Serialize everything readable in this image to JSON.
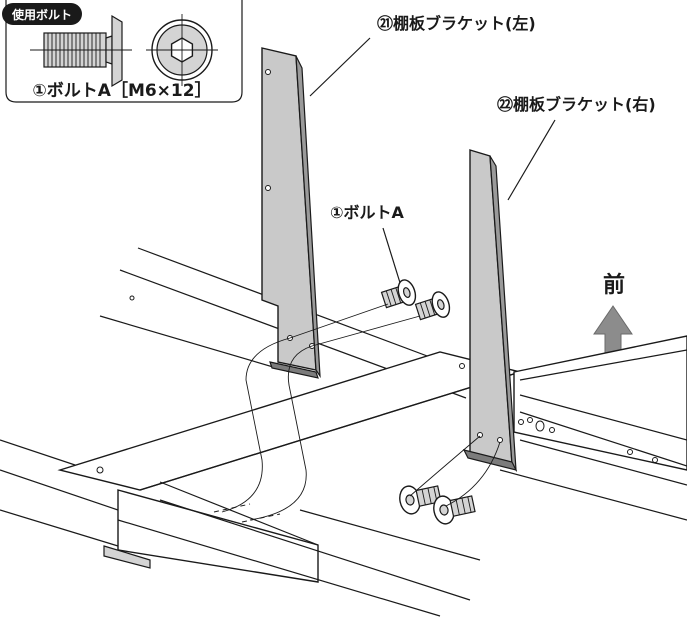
{
  "inset": {
    "badge_label": "使用ボルト",
    "bolt_label": "①ボルトA［M6×12］"
  },
  "callouts": {
    "left_bracket": "㉑棚板ブラケット(左)",
    "right_bracket": "㉒棚板ブラケット(右)",
    "bolt": "①ボルトA"
  },
  "direction": {
    "front_label": "前"
  },
  "colors": {
    "ink": "#1a1a1a",
    "plate": "#c9c9c9",
    "arrow": "#8c8c8c"
  }
}
